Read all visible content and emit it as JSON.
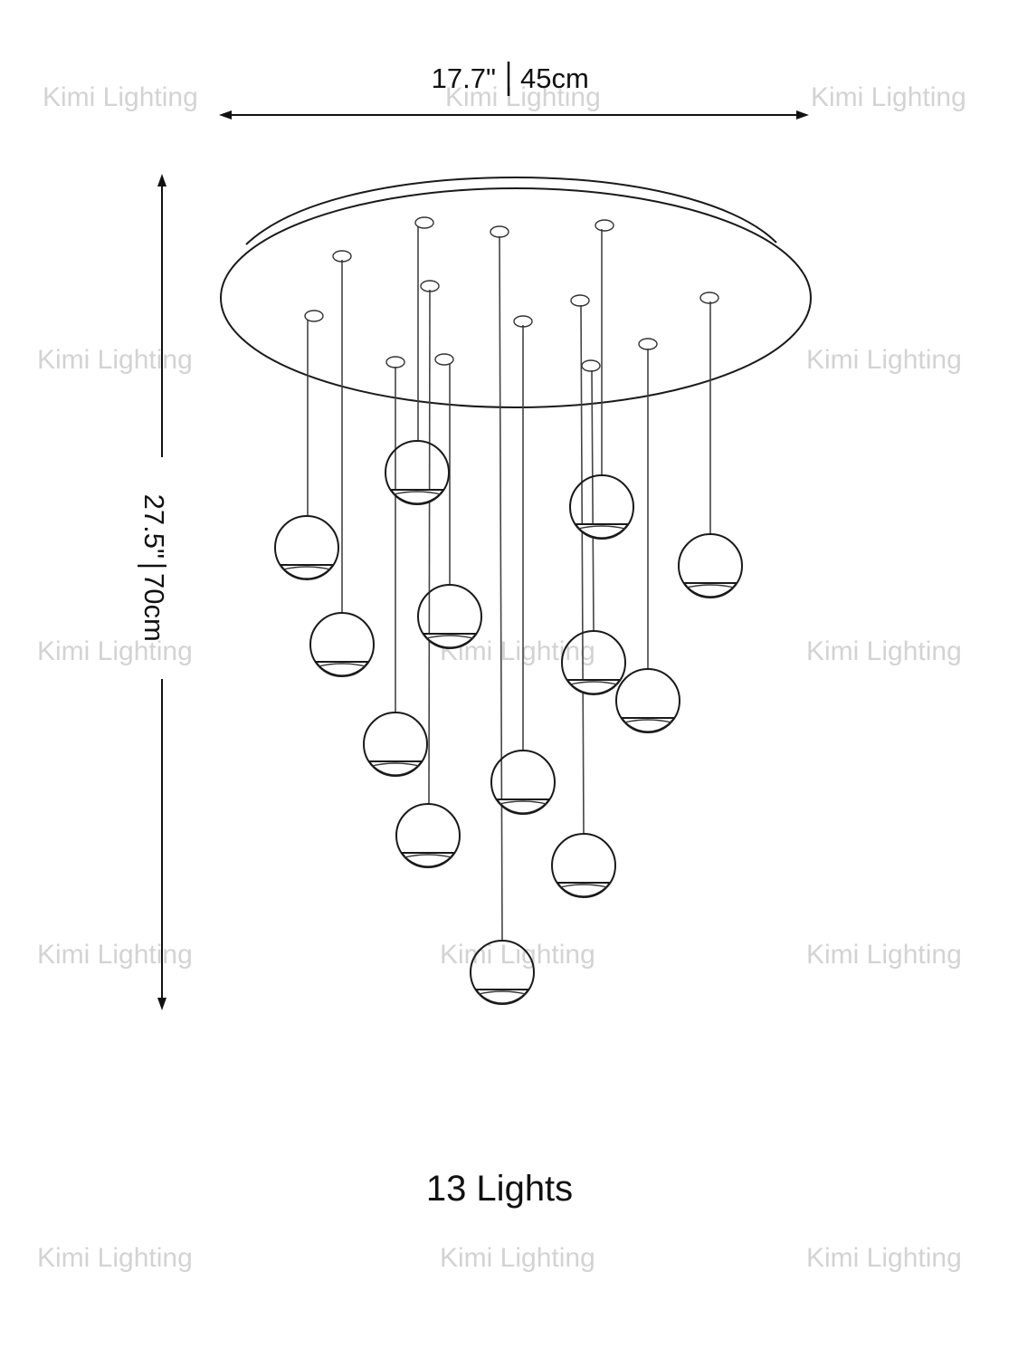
{
  "dimensions": {
    "width_in": "17.7\"",
    "width_cm": "45cm",
    "height_in": "27.5\"",
    "height_cm": "70cm"
  },
  "caption": "13 Lights",
  "watermark": "Kimi Lighting",
  "colors": {
    "line": "#1a1a1a",
    "watermark": "#d3d3d3",
    "background": "#ffffff"
  }
}
